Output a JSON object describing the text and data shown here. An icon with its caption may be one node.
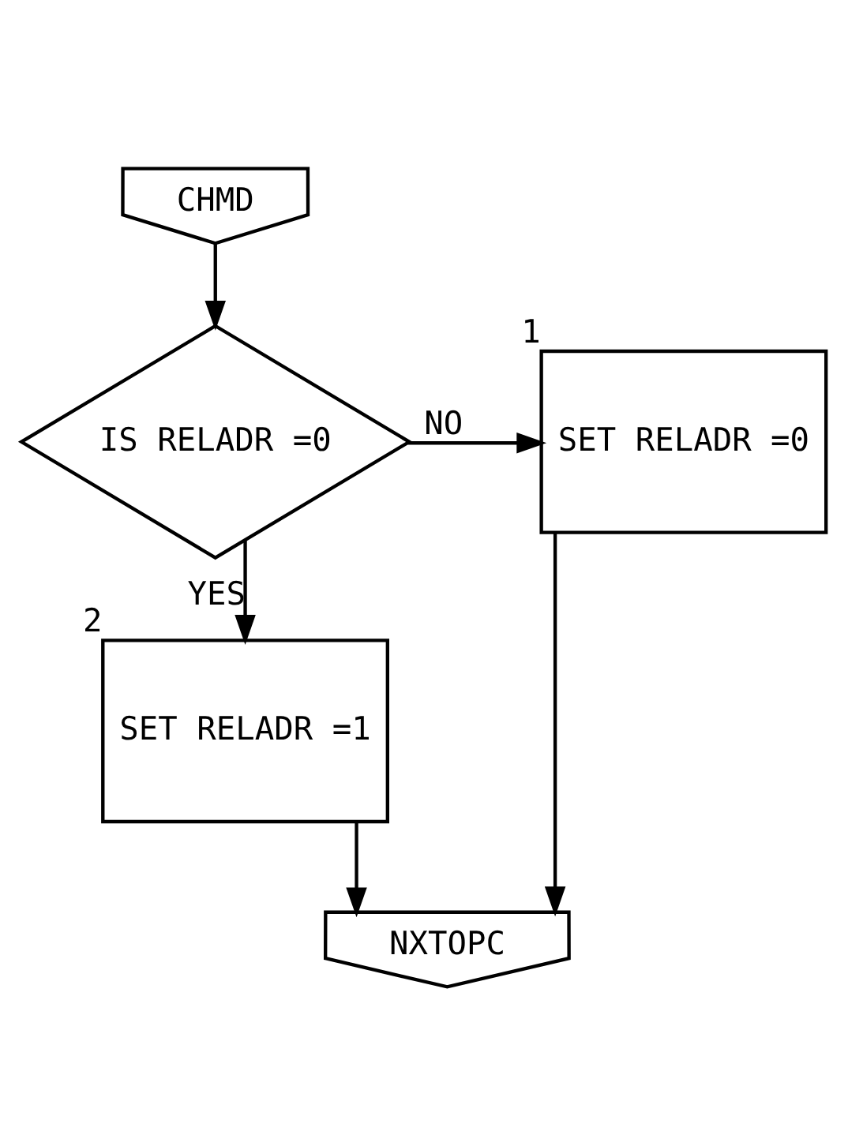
{
  "diagram": {
    "nodes": [
      {
        "text": [
          "CHMD"
        ]
      },
      {
        "text": [
          "IS RELADR =0"
        ]
      },
      {
        "text": [
          "SET RELADR =0"
        ],
        "beside": [
          "1"
        ]
      },
      {
        "text": [
          "SET RELADR =1"
        ],
        "beside": [
          "2"
        ]
      },
      {
        "text": [
          "NXTOPC"
        ]
      }
    ],
    "edges": [
      {
        "from": 0,
        "to": 1,
        "arrow": "to"
      },
      {
        "from": 1,
        "to": 2,
        "label": "NO",
        "arrow": "to"
      },
      {
        "from": 1,
        "to": 3,
        "label": "YES",
        "arrow": "to"
      },
      {
        "from": 3,
        "to": 4,
        "arrow": "to"
      },
      {
        "from": 2,
        "to": 4,
        "arrow": "to"
      }
    ]
  }
}
